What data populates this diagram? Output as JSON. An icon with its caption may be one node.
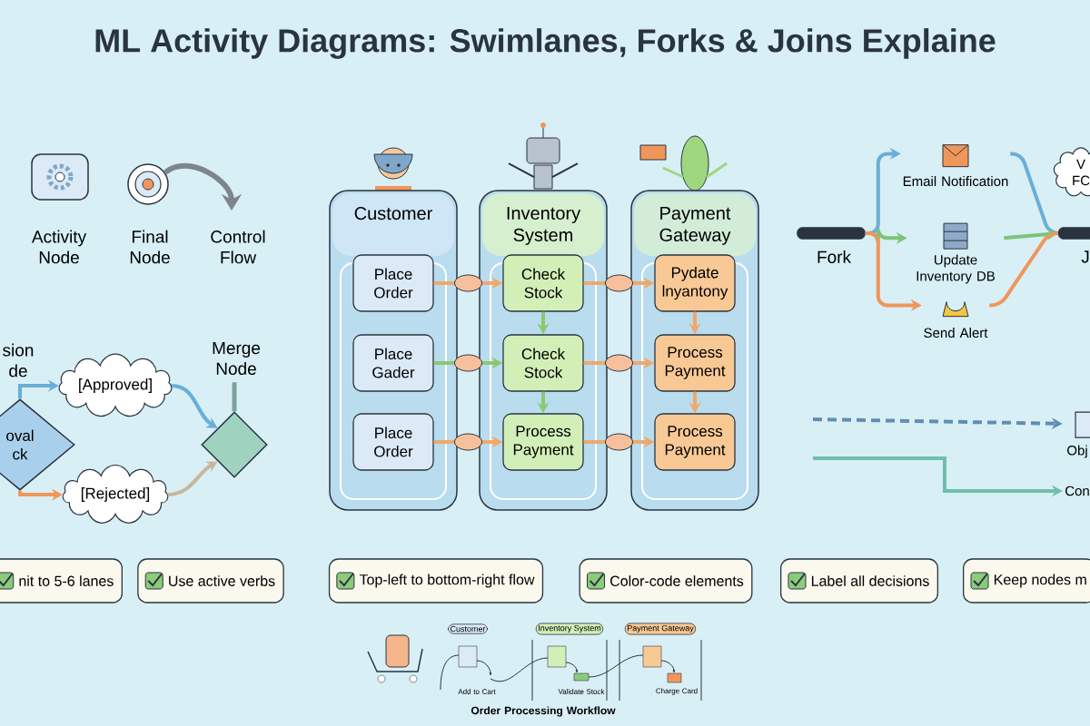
{
  "diagram": {
    "title": "ML Activity Diagrams: Swimlanes, Forks & Joins Explaine",
    "nodes": [
      {
        "text": [
          "oval ck"
        ]
      },
      {
        "text": [
          "[Approved]"
        ]
      },
      {
        "text": [
          "[Rejected]"
        ]
      },
      {
        "text": [],
        "shape": "diamond",
        "beside": [
          "Merge Node"
        ]
      },
      {
        "text": [
          "Customer"
        ]
      },
      {
        "text": [
          "Place Order"
        ],
        "in": 4
      },
      {
        "text": [
          "Place Gader"
        ],
        "in": 4
      },
      {
        "text": [
          "Place Order"
        ],
        "in": 4
      },
      {
        "text": [
          "Inventory System"
        ]
      },
      {
        "text": [
          "Check Stock"
        ],
        "in": 8
      },
      {
        "text": [
          "Check Stock"
        ],
        "in": 8
      },
      {
        "text": [
          "Process Payment"
        ],
        "in": 8
      },
      {
        "text": [
          "Payment Gateway"
        ]
      },
      {
        "text": [
          "Pydate lnyantony"
        ],
        "in": 12
      },
      {
        "text": [
          "Process Payment"
        ],
        "in": 12
      },
      {
        "text": [
          "Process Payment"
        ],
        "in": 12
      },
      {
        "text": [],
        "shape": "bar",
        "beside": [
          "Fork"
        ]
      },
      {
        "text": [
          "Email Notification"
        ]
      },
      {
        "text": [
          "Update Inventory DB"
        ]
      },
      {
        "text": [
          "Send Alert"
        ]
      },
      {
        "text": [],
        "shape": "bar",
        "beside": [
          "J"
        ]
      },
      {
        "text": [
          "V FC"
        ]
      },
      {
        "text": [
          "Obj"
        ]
      },
      {
        "text": [
          "Con"
        ]
      },
      {
        "text": [
          "nit to 5-6 lanes"
        ]
      },
      {
        "text": [
          "Use active verbs"
        ]
      },
      {
        "text": [
          "Top-left to bottom-right flow"
        ]
      },
      {
        "text": [
          "Color-code elements"
        ]
      },
      {
        "text": [
          "Label all decisions"
        ]
      },
      {
        "text": [
          "Keep nodes m"
        ]
      },
      {
        "text": [
          "Customer"
        ]
      },
      {
        "text": [
          "Inventory System"
        ]
      },
      {
        "text": [
          "Payment Gateway"
        ]
      }
    ],
    "edges": [
      {
        "from": 0,
        "to": 1,
        "arrow": "to",
        "color": "#6aaed6"
      },
      {
        "from": 0,
        "to": 2,
        "arrow": "to",
        "color": "#f0965a"
      },
      {
        "from": 1,
        "to": 3,
        "arrow": "to",
        "color": "#6aaed6"
      },
      {
        "from": 2,
        "to": 3,
        "arrow": "to",
        "color": "#c9b79a"
      },
      {
        "from": 5,
        "to": 9,
        "arrow": "to",
        "color": "#f0a86a"
      },
      {
        "from": 9,
        "to": 13,
        "arrow": "to",
        "color": "#f0a86a"
      },
      {
        "from": 6,
        "to": 10,
        "arrow": "to",
        "color": "#8cc870"
      },
      {
        "from": 10,
        "to": 14,
        "arrow": "to",
        "color": "#f0a86a"
      },
      {
        "from": 7,
        "to": 11,
        "arrow": "to",
        "color": "#f0a86a"
      },
      {
        "from": 11,
        "to": 15,
        "arrow": "to",
        "color": "#f0a86a"
      },
      {
        "from": 9,
        "to": 10,
        "arrow": "to",
        "color": "#8cc870"
      },
      {
        "from": 10,
        "to": 11,
        "arrow": "to",
        "color": "#8cc870"
      },
      {
        "from": 13,
        "to": 14,
        "arrow": "to",
        "color": "#f0a86a"
      },
      {
        "from": 14,
        "to": 15,
        "arrow": "to",
        "color": "#f0a86a"
      },
      {
        "from": 16,
        "to": 17,
        "arrow": "to",
        "color": "#6aaed6"
      },
      {
        "from": 16,
        "to": 18,
        "arrow": "to",
        "color": "#7cc47a"
      },
      {
        "from": 16,
        "to": 19,
        "arrow": "to",
        "color": "#f0965a"
      },
      {
        "from": 17,
        "to": 20,
        "arrow": "none",
        "color": "#6aaed6"
      },
      {
        "from": 18,
        "to": 20,
        "arrow": "to",
        "color": "#7cc47a"
      },
      {
        "from": 19,
        "to": 20,
        "arrow": "none",
        "color": "#f0965a"
      },
      {
        "from": null,
        "to": 22,
        "arrow": "to",
        "style": "dashed",
        "color": "#5f8fb0"
      },
      {
        "from": null,
        "to": 23,
        "arrow": "to",
        "color": "#6fbfa8"
      }
    ],
    "labels": [
      "sion de",
      "Activity Node",
      "Final Node",
      "Control Flow",
      "Add to Cart",
      "Validate Stock",
      "Charge Card",
      "Order Processing Workflow"
    ]
  }
}
